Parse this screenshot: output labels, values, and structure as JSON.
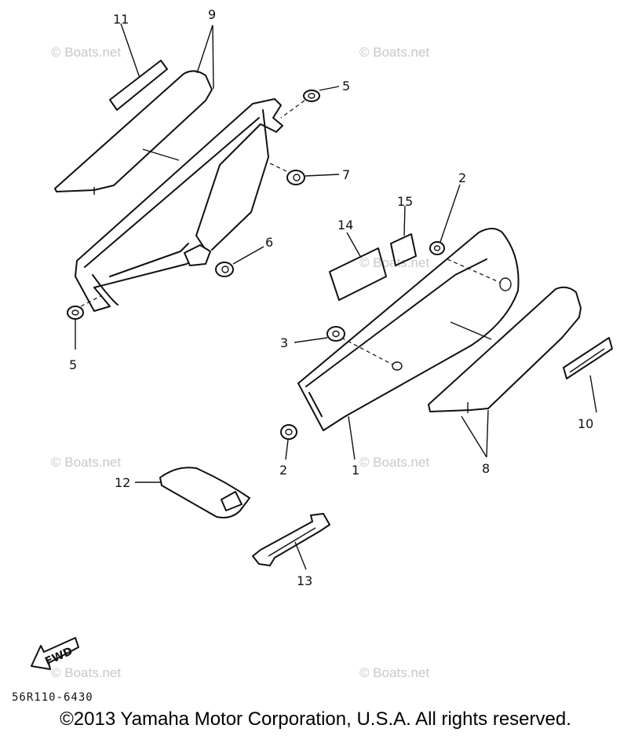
{
  "callouts": {
    "c1": "1",
    "c2a": "2",
    "c2b": "2",
    "c3": "3",
    "c5a": "5",
    "c5b": "5",
    "c6": "6",
    "c7": "7",
    "c8": "8",
    "c9": "9",
    "c10": "10",
    "c11": "11",
    "c12": "12",
    "c13": "13",
    "c14": "14",
    "c15": "15"
  },
  "watermark": "© Boats.net",
  "fwd_label": "FWD",
  "part_code": "56R110-6430",
  "copyright": "©2013 Yamaha Motor Corporation, U.S.A. All rights reserved."
}
